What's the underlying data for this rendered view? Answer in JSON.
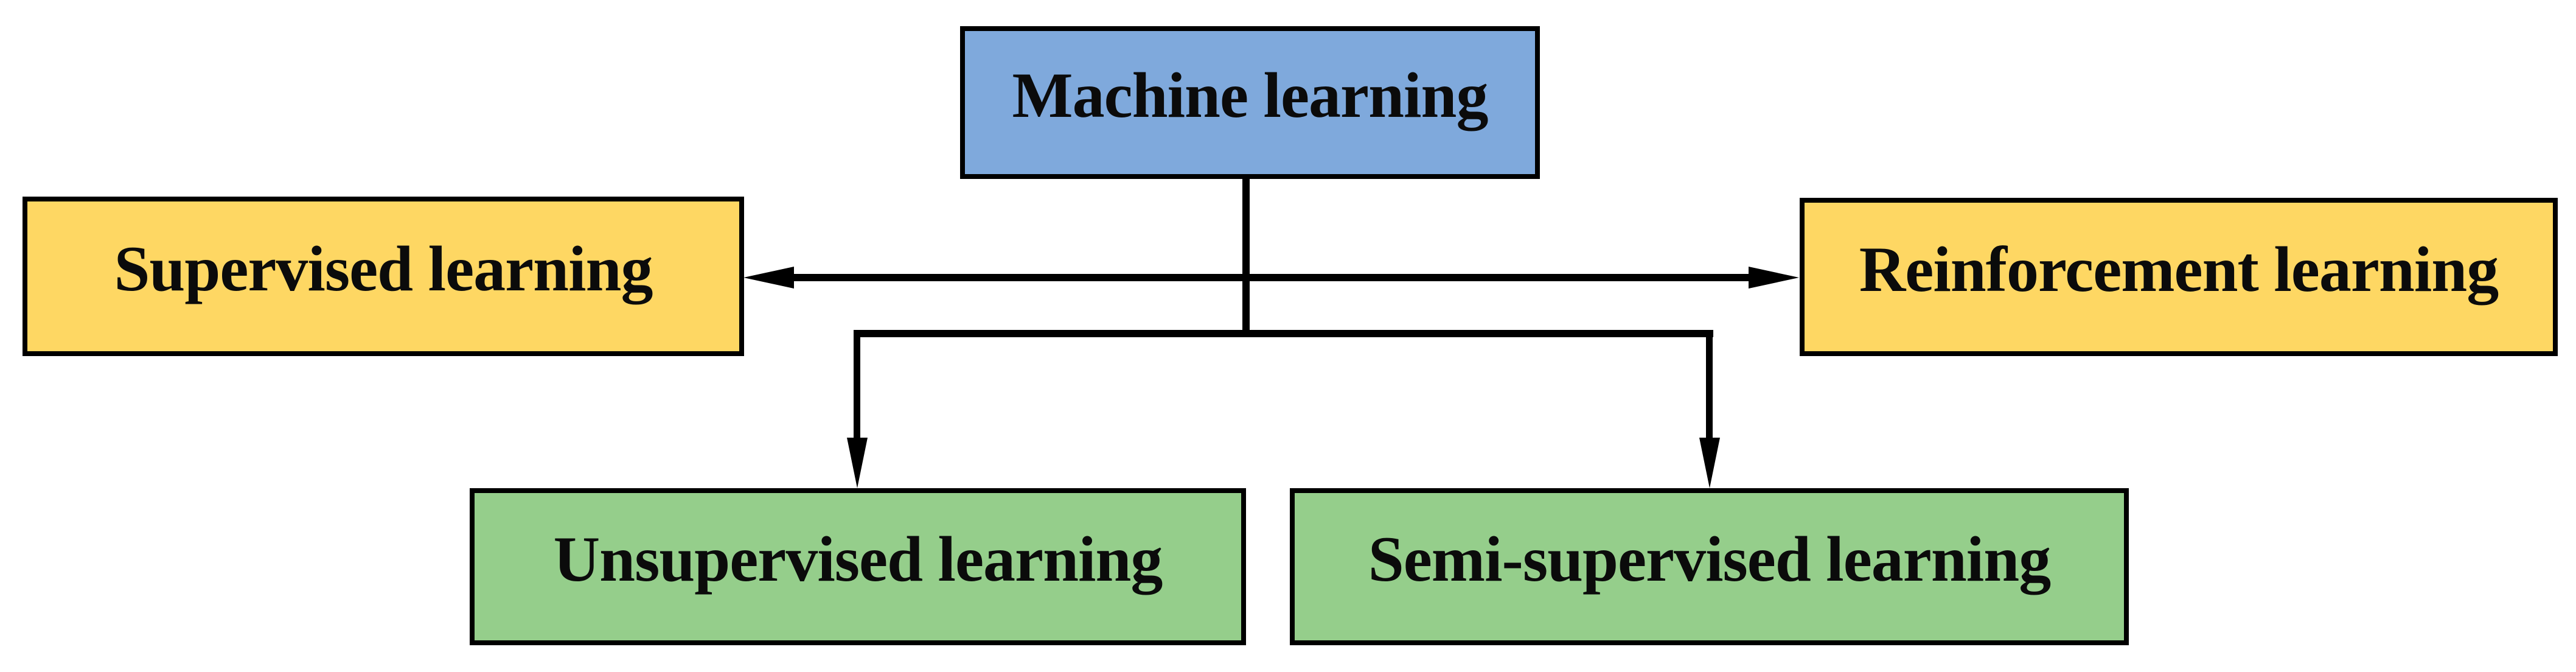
{
  "diagram": {
    "background": "#FFFFFF",
    "line_color": "#000000",
    "border_color": "#000000",
    "nodes": {
      "machine_learning": {
        "label": "Machine learning",
        "fill": "#7FA9DC"
      },
      "supervised": {
        "label": "Supervised learning",
        "fill": "#FED763"
      },
      "reinforcement": {
        "label": "Reinforcement learning",
        "fill": "#FED763"
      },
      "unsupervised": {
        "label": "Unsupervised learning",
        "fill": "#95CE8B"
      },
      "semi_supervised": {
        "label": "Semi-supervised learning",
        "fill": "#95CE8B"
      }
    },
    "edges": [
      {
        "from": "machine_learning",
        "to": "supervised",
        "style": "arrow"
      },
      {
        "from": "machine_learning",
        "to": "reinforcement",
        "style": "arrow"
      },
      {
        "from": "machine_learning",
        "to": "unsupervised",
        "style": "arrow"
      },
      {
        "from": "machine_learning",
        "to": "semi_supervised",
        "style": "arrow"
      }
    ]
  }
}
